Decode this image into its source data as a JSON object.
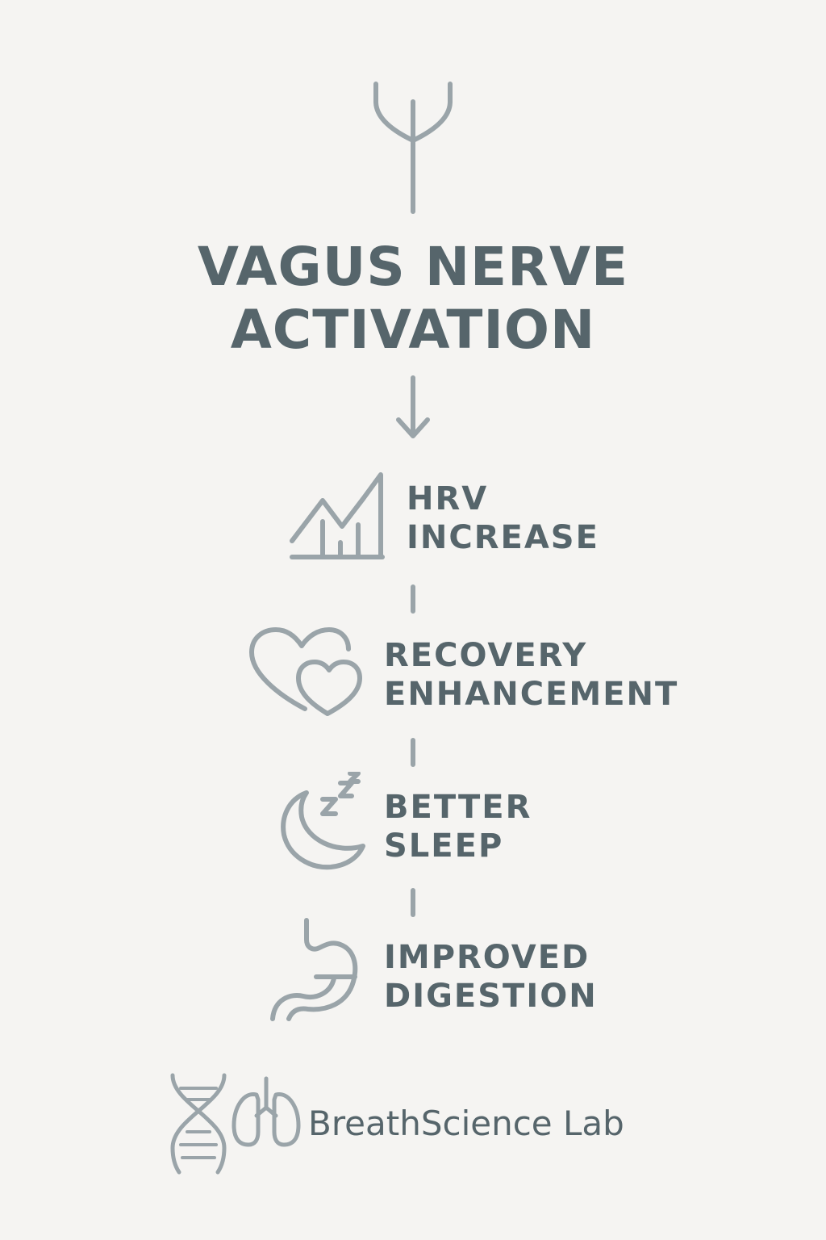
{
  "title": {
    "line1": "VAGUS NERVE",
    "line2": "ACTIVATION"
  },
  "items": [
    {
      "icon": "chart-growth-icon",
      "line1": "HRV",
      "line2": "INCREASE"
    },
    {
      "icon": "hearts-icon",
      "line1": "RECOVERY",
      "line2": "ENHANCEMENT"
    },
    {
      "icon": "moon-sleep-icon",
      "line1": "BETTER",
      "line2": "SLEEP"
    },
    {
      "icon": "stomach-icon",
      "line1": "IMPROVED",
      "line2": "DIGESTION"
    }
  ],
  "brand": {
    "name": "BreathScience Lab",
    "icons": [
      "dna-icon",
      "lungs-icon"
    ]
  },
  "colors": {
    "background": "#f5f4f2",
    "text": "#56656b",
    "icon": "#9aa4a9"
  }
}
